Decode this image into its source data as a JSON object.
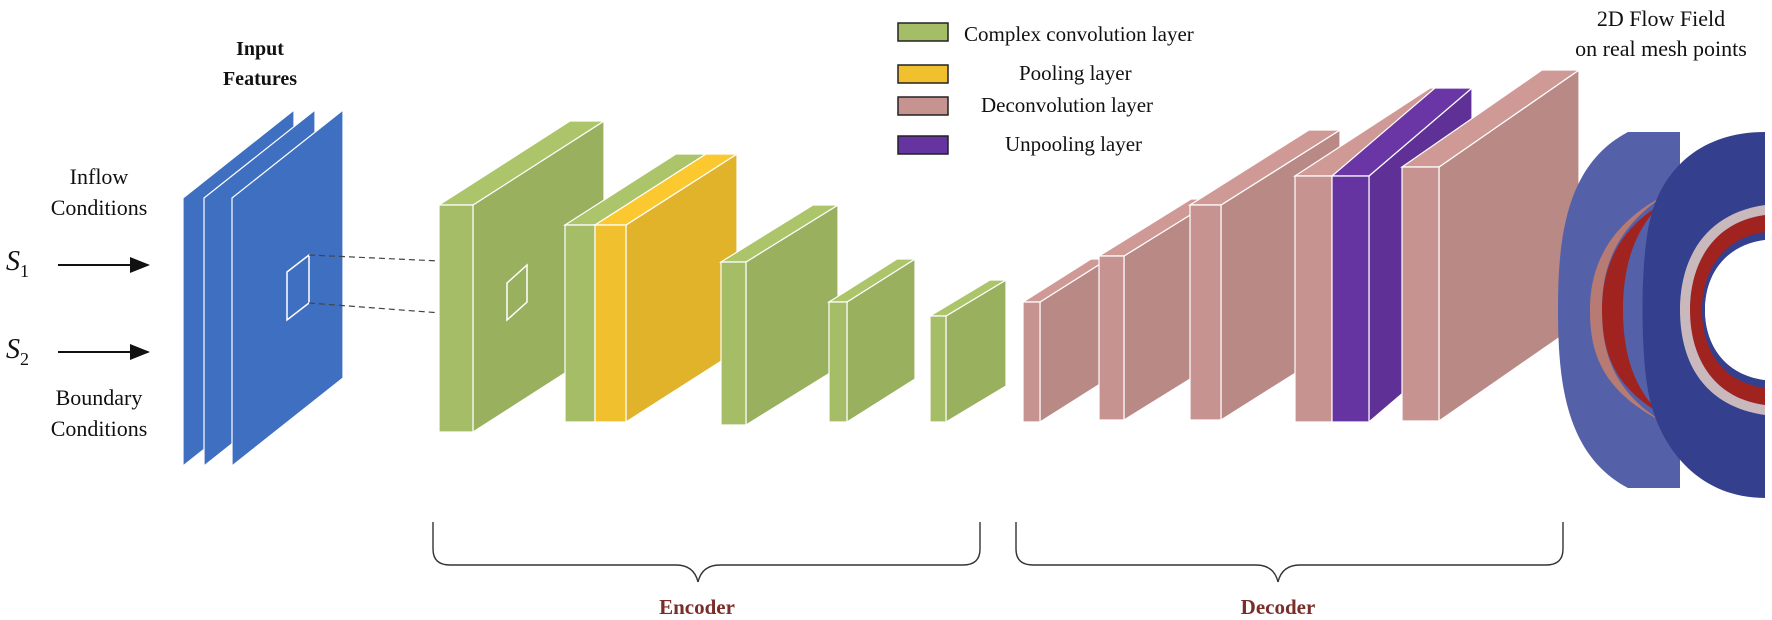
{
  "input": {
    "title_line1": "Input",
    "title_line2": "Features",
    "inflow_line1": "Inflow",
    "inflow_line2": "Conditions",
    "s1_letter": "S",
    "s1_sub": "1",
    "s2_letter": "S",
    "s2_sub": "2",
    "boundary_line1": "Boundary",
    "boundary_line2": "Conditions"
  },
  "legend": {
    "items": [
      {
        "label": "Complex convolution layer",
        "color": "#a5bd66"
      },
      {
        "label": "Pooling layer",
        "color": "#f1c02e"
      },
      {
        "label": "Deconvolution layer",
        "color": "#c79390"
      },
      {
        "label": "Unpooling layer",
        "color": "#6634a0"
      }
    ]
  },
  "output": {
    "title_line1": "2D  Flow Field",
    "title_line2": "on real mesh points"
  },
  "groups": {
    "encoder": "Encoder",
    "decoder": "Decoder",
    "label_color": "#7a2e2a"
  },
  "colors": {
    "input_planes": "#3e6fc0",
    "conv": "#a5bd66",
    "pool": "#f1c02e",
    "deconv": "#c79390",
    "unpool": "#6634a0",
    "field_light": "#5461a8",
    "field_dark": "#343f8e",
    "field_hot": "#a0231f"
  }
}
